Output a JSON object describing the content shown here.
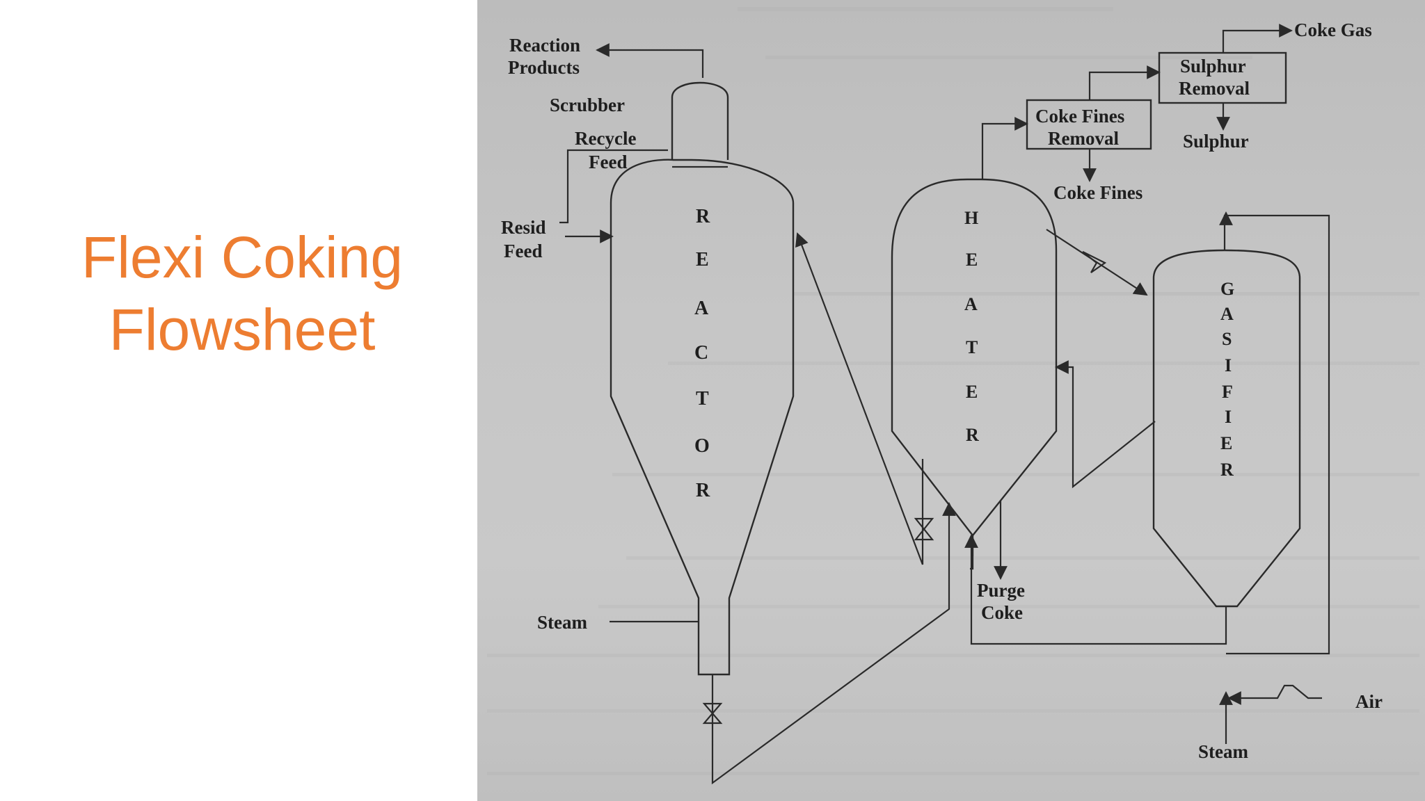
{
  "slide": {
    "title_line1": "Flexi Coking",
    "title_line2": "Flowsheet",
    "title_color": "#ED7D31"
  },
  "diagram": {
    "reactor_letters": [
      "R",
      "E",
      "A",
      "C",
      "T",
      "O",
      "R"
    ],
    "heater_letters": [
      "H",
      "E",
      "A",
      "T",
      "E",
      "R"
    ],
    "gasifier_letters": [
      "G",
      "A",
      "S",
      "I",
      "F",
      "I",
      "E",
      "R"
    ],
    "labels": {
      "reaction_products_1": "Reaction",
      "reaction_products_2": "Products",
      "scrubber": "Scrubber",
      "recycle_feed_1": "Recycle",
      "recycle_feed_2": "Feed",
      "resid_feed_1": "Resid",
      "resid_feed_2": "Feed",
      "steam_reactor": "Steam",
      "coke_fines_removal_1": "Coke Fines",
      "coke_fines_removal_2": "Removal",
      "coke_fines": "Coke Fines",
      "sulphur_removal_1": "Sulphur",
      "sulphur_removal_2": "Removal",
      "sulphur": "Sulphur",
      "coke_gas": "Coke Gas",
      "purge_coke_1": "Purge",
      "purge_coke_2": "Coke",
      "air": "Air",
      "steam_gasifier": "Steam"
    }
  }
}
